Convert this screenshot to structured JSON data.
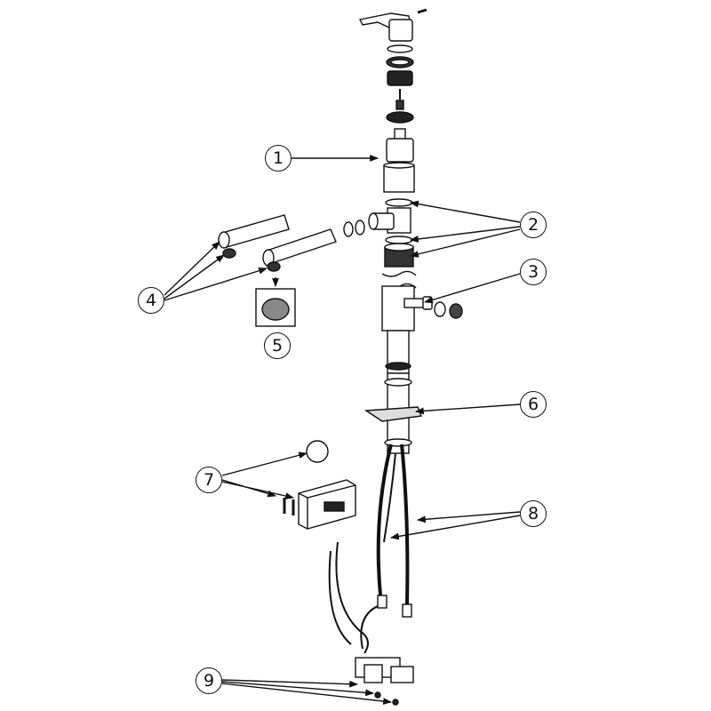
{
  "callouts": [
    {
      "id": "1",
      "label": "1"
    },
    {
      "id": "2",
      "label": "2"
    },
    {
      "id": "3",
      "label": "3"
    },
    {
      "id": "4",
      "label": "4"
    },
    {
      "id": "5",
      "label": "5"
    },
    {
      "id": "6",
      "label": "6"
    },
    {
      "id": "7",
      "label": "7"
    },
    {
      "id": "8",
      "label": "8"
    },
    {
      "id": "9",
      "label": "9"
    }
  ],
  "colors": {
    "line": "#111111",
    "fill": "#ffffff",
    "dark": "#222222"
  }
}
